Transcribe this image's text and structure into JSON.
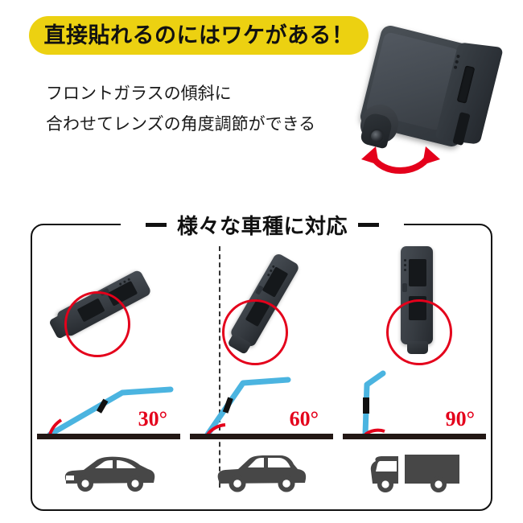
{
  "headline": {
    "text": "直接貼れるのにはワケがある！",
    "background_color": "#ecd111",
    "text_color": "#111111"
  },
  "lead": {
    "line1": "フロントガラスの傾斜に",
    "line2": "合わせてレンズの角度調節ができる"
  },
  "hero": {
    "product_name": "dashcam-body",
    "lens_label": "camera-lens",
    "rotation_arrow": "double-curved-arrow",
    "arrow_color": "#e4001b"
  },
  "section": {
    "heading": "様々な車種に対応",
    "dash_color": "#111111"
  },
  "panels": [
    {
      "angle": "30°",
      "angle_color": "#e4001b",
      "device_rotation_deg": 62,
      "vehicle_icon": "sedan-car-icon",
      "windshield_color": "#4bb4e0"
    },
    {
      "angle": "60°",
      "angle_color": "#e4001b",
      "device_rotation_deg": 30,
      "vehicle_icon": "compact-car-icon",
      "windshield_color": "#4bb4e0"
    },
    {
      "angle": "90°",
      "angle_color": "#e4001b",
      "device_rotation_deg": 0,
      "vehicle_icon": "box-truck-icon",
      "windshield_color": "#4bb4e0"
    }
  ],
  "colors": {
    "ground_line": "#231815",
    "highlight_circle": "#e4001b",
    "device_body": "#3a4046",
    "vehicle_icon": "#474747"
  }
}
